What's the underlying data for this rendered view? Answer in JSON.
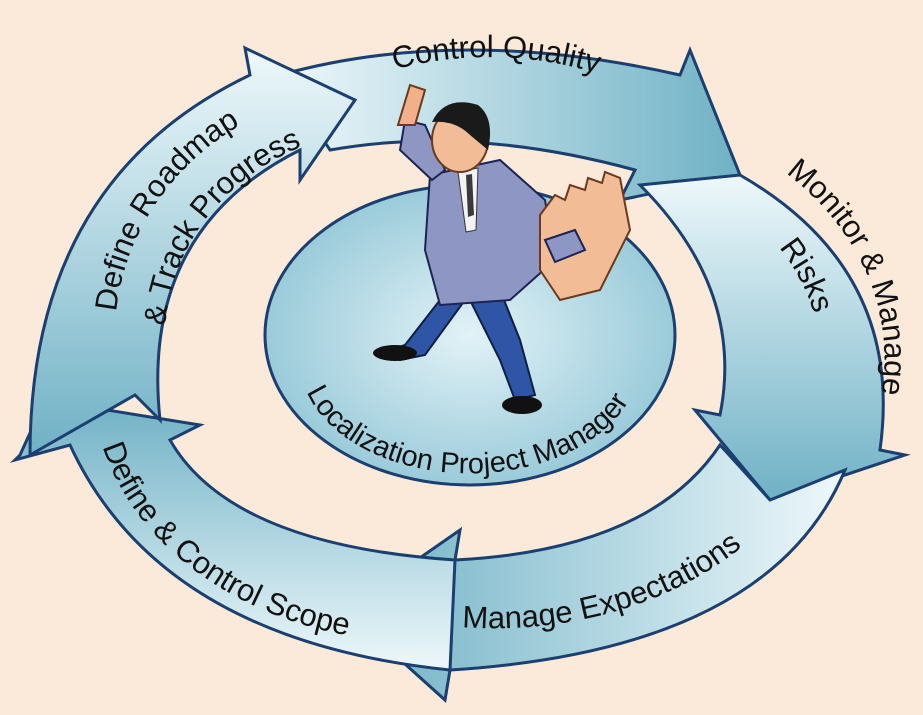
{
  "diagram": {
    "stages": [
      {
        "id": "control-quality",
        "lines": [
          "Control Quality"
        ]
      },
      {
        "id": "monitor-risks",
        "lines": [
          "Monitor & Manage",
          "Risks"
        ]
      },
      {
        "id": "manage-expectations",
        "lines": [
          "Manage Expectations"
        ]
      },
      {
        "id": "scope",
        "lines": [
          "Define & Control Scope"
        ]
      },
      {
        "id": "roadmap",
        "lines": [
          "Define Roadmap",
          "& Track Progress"
        ]
      }
    ],
    "center": {
      "label": "Localization Project Manager",
      "figure": "project-manager-figure"
    },
    "colors": {
      "background": "#fbe9d9",
      "arrow_light": "#eef8fb",
      "arrow_dark": "#6fb1c5",
      "outline": "#1a3f70",
      "ellipse_fill": "#b3d9e6"
    }
  }
}
